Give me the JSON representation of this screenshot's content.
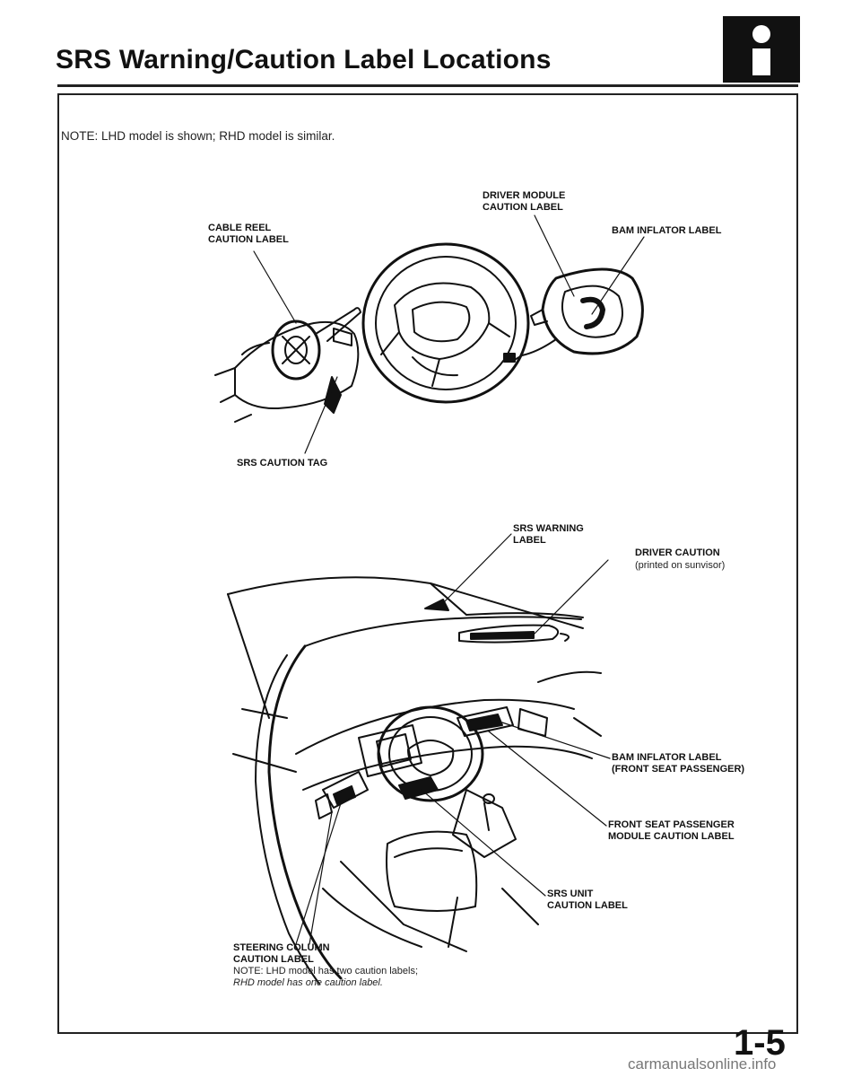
{
  "header": {
    "title": "SRS Warning/Caution Label Locations",
    "badge_icon": "info-icon"
  },
  "note": "NOTE:  LHD model is shown; RHD model is similar.",
  "upper_figure": {
    "driver_module_caution_label": [
      "DRIVER MODULE",
      "CAUTION LABEL"
    ],
    "cable_reel_caution_label": [
      "CABLE REEL",
      "CAUTION LABEL"
    ],
    "bam_inflator_label": "BAM INFLATOR LABEL",
    "srs_caution_tag": "SRS CAUTION TAG"
  },
  "lower_figure": {
    "srs_warning_label": [
      "SRS WARNING",
      "LABEL"
    ],
    "driver_caution": "DRIVER CAUTION",
    "driver_caution_sub": "(printed on sunvisor)",
    "bam_inflator_label_passenger": [
      "BAM INFLATOR LABEL",
      "(FRONT SEAT PASSENGER)"
    ],
    "front_seat_passenger_module": [
      "FRONT SEAT PASSENGER",
      "MODULE CAUTION LABEL"
    ],
    "srs_unit_caution_label": [
      "SRS UNIT",
      "CAUTION LABEL"
    ],
    "steering_column_caution_label": [
      "STEERING COLUMN",
      "CAUTION LABEL"
    ],
    "steering_column_note": [
      "NOTE:  LHD model has two caution labels;",
      "RHD model has one caution label."
    ]
  },
  "footer": {
    "page_number": "1-5",
    "watermark": "carmanualsonline.info"
  }
}
